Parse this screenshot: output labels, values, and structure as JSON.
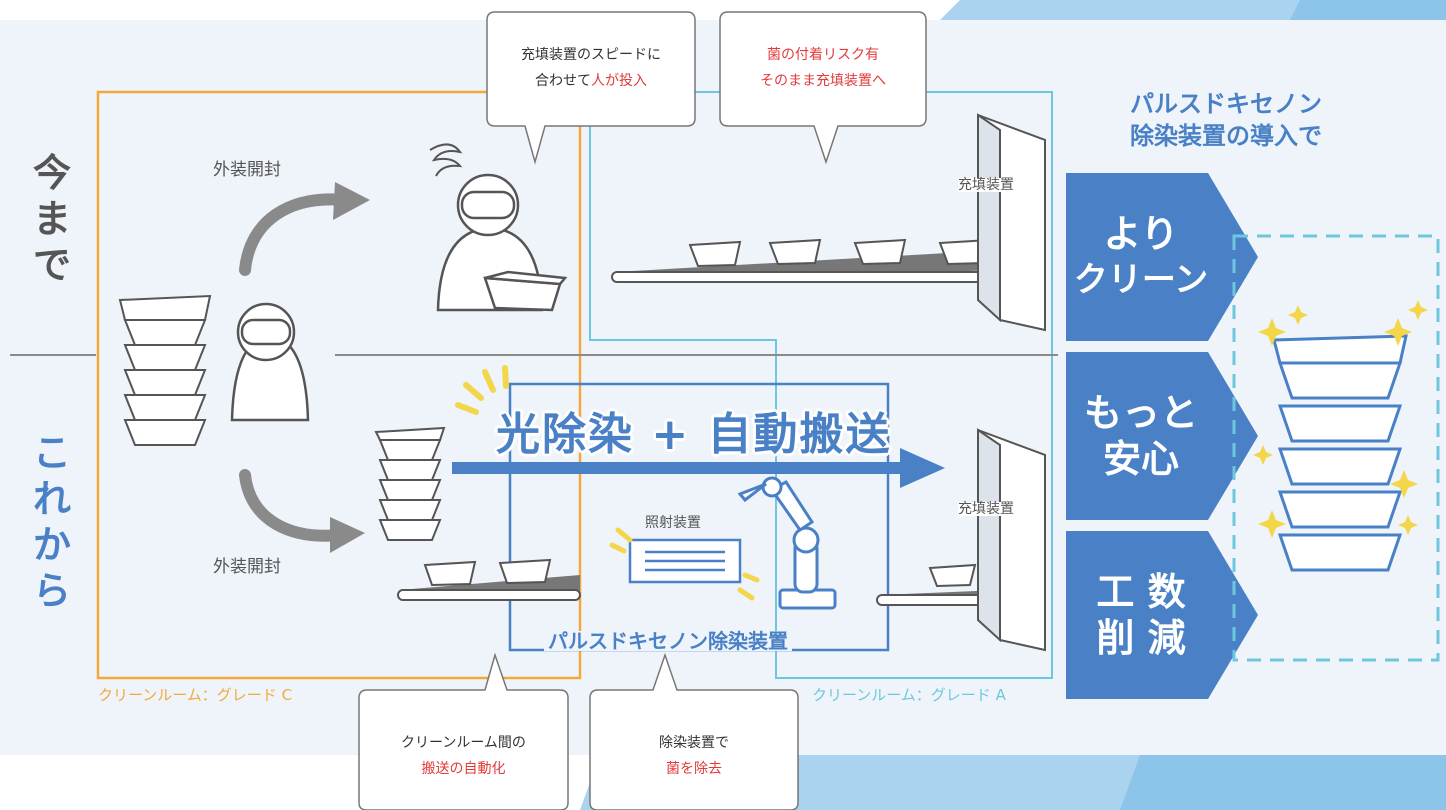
{
  "colors": {
    "bg_panel": "#eef4fa",
    "accent_blue": "#4a80c6",
    "cleanroom_c": "#f5a83a",
    "cleanroom_a": "#6fc7df",
    "stripe": "#a9d3ef",
    "gray": "#8a8a8a",
    "red": "#e23b3b"
  },
  "rows": {
    "before": "今まで",
    "after": "これから"
  },
  "labels": {
    "unpack_top": "外装開封",
    "unpack_bottom": "外装開封",
    "filler_top": "充填装置",
    "filler_bottom": "充填装置",
    "irradiator": "照射装置",
    "pulse_device": "パルスドキセノン除染装置",
    "headline": "光除染 + 自動搬送",
    "cleanroom_c": "クリーンルーム：グレード C",
    "cleanroom_a": "クリーンルーム：グレード A"
  },
  "bubbles": {
    "b1_line1": "充填装置のスピードに",
    "b1_line2a": "合わせて",
    "b1_line2b": "人が投入",
    "b2_line1": "菌の付着リスク有",
    "b2_line2": "そのまま充填装置へ",
    "b3_line1": "クリーンルーム間の",
    "b3_line2": "搬送の自動化",
    "b4_line1": "除染装置で",
    "b4_line2": "菌を除去"
  },
  "benefits": {
    "title_line1": "パルスドキセノン",
    "title_line2": "除染装置の導入で",
    "items": [
      {
        "line1": "より",
        "line2": "クリーン"
      },
      {
        "line1": "もっと",
        "line2": "安心"
      },
      {
        "line1": "工 数",
        "line2": "削 減"
      }
    ]
  },
  "icons": [
    "person-icon",
    "tray-stack-icon",
    "conveyor-icon",
    "filler-machine-icon",
    "robot-arm-icon",
    "sparkle-icon",
    "dizzy-icon"
  ]
}
